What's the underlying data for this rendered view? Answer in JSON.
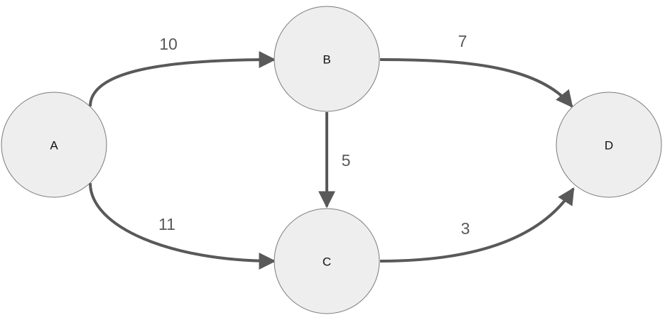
{
  "graph": {
    "nodes": [
      {
        "id": "A",
        "label": "A"
      },
      {
        "id": "B",
        "label": "B"
      },
      {
        "id": "C",
        "label": "C"
      },
      {
        "id": "D",
        "label": "D"
      }
    ],
    "edges": [
      {
        "from": "A",
        "to": "B",
        "weight": "10"
      },
      {
        "from": "A",
        "to": "C",
        "weight": "11"
      },
      {
        "from": "B",
        "to": "D",
        "weight": "7"
      },
      {
        "from": "B",
        "to": "C",
        "weight": "5"
      },
      {
        "from": "C",
        "to": "D",
        "weight": "3"
      }
    ],
    "colors": {
      "node_fill": "#eeeeee",
      "node_stroke": "#7a7a7a",
      "edge": "#595959",
      "edge_label": "#595959"
    }
  }
}
